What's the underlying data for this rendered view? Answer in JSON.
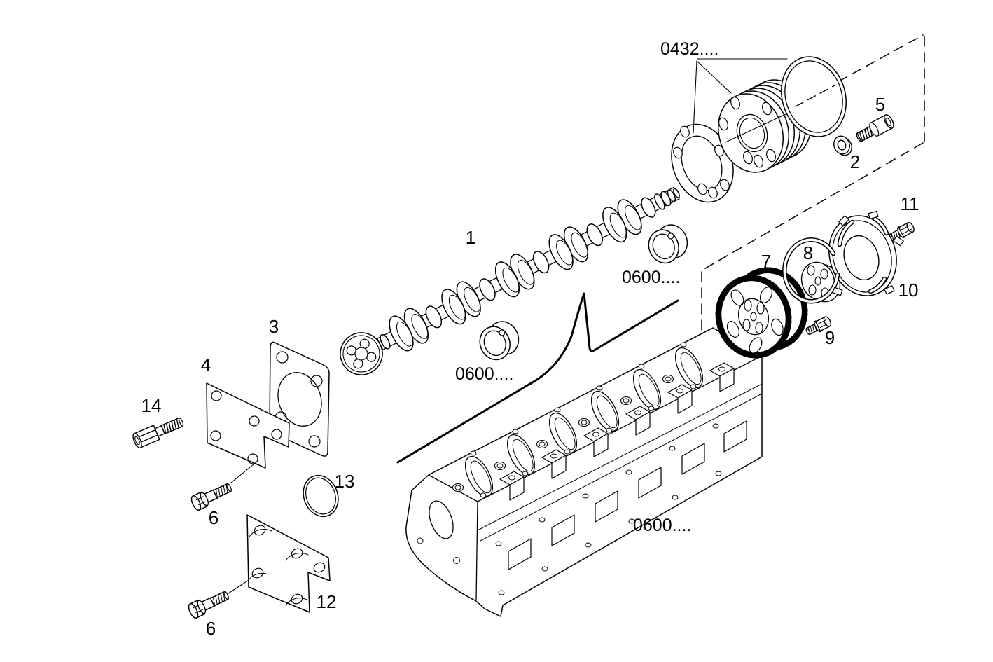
{
  "page": {
    "background": "#ffffff",
    "line_color": "#000000",
    "description_type": "exploded-parts-line-drawing"
  },
  "callouts": {
    "part_1": "1",
    "part_2": "2",
    "part_3": "3",
    "part_4": "4",
    "part_5": "5",
    "part_6_upper": "6",
    "part_6_lower": "6",
    "part_7": "7",
    "part_8": "8",
    "part_9": "9",
    "part_10": "10",
    "part_11": "11",
    "part_12": "12",
    "part_13": "13",
    "part_14": "14"
  },
  "ref_labels": {
    "kit": "0432....",
    "bearing_upper": "0600....",
    "bearing_lower": "0600....",
    "cylinder_head": "0600...."
  }
}
